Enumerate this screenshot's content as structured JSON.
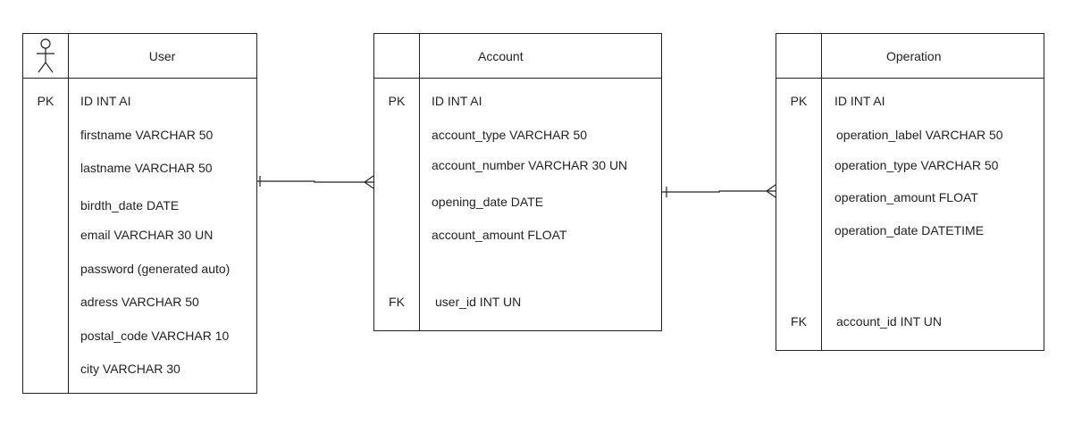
{
  "entities": {
    "user": {
      "title": "User",
      "pk": "PK",
      "fields": [
        "ID INT AI",
        "firstname VARCHAR 50",
        "lastname VARCHAR 50",
        "birdth_date DATE",
        "email VARCHAR 30 UN",
        "password (generated auto)",
        "adress VARCHAR 50",
        "postal_code VARCHAR 10",
        "city VARCHAR 30"
      ]
    },
    "account": {
      "title": "Account",
      "pk": "PK",
      "fk": "FK",
      "fields": [
        "ID INT AI",
        "account_type VARCHAR 50",
        "account_number VARCHAR 30 UN",
        "opening_date DATE",
        "account_amount FLOAT",
        "user_id INT UN"
      ]
    },
    "operation": {
      "title": "Operation",
      "pk": "PK",
      "fk": "FK",
      "fields": [
        "ID INT AI",
        "operation_label VARCHAR 50",
        "operation_type VARCHAR 50",
        "operation_amount FLOAT",
        "operation_date DATETIME",
        "account_id INT UN"
      ]
    }
  },
  "relations": [
    {
      "from": "User",
      "to": "Account",
      "notation": "one-to-many"
    },
    {
      "from": "Account",
      "to": "Operation",
      "notation": "one-to-many"
    }
  ]
}
